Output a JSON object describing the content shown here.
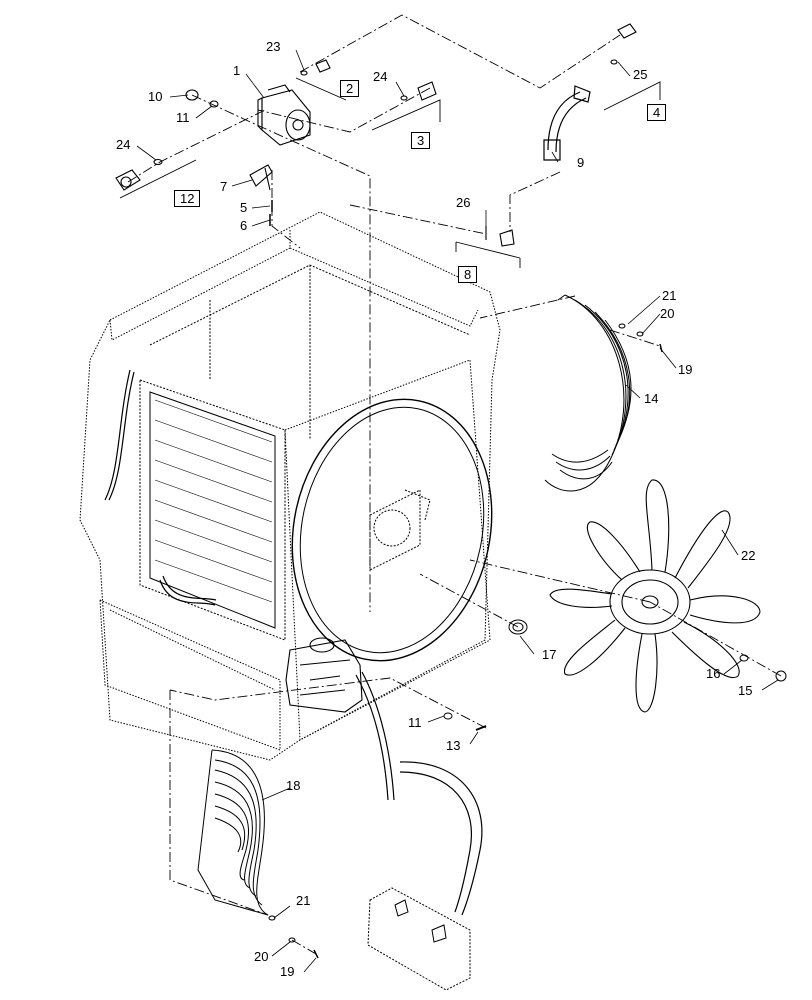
{
  "diagram": {
    "callouts": [
      {
        "id": "c1",
        "label": "1"
      },
      {
        "id": "c2",
        "label": "2",
        "boxed": true
      },
      {
        "id": "c3",
        "label": "3",
        "boxed": true
      },
      {
        "id": "c4",
        "label": "4",
        "boxed": true
      },
      {
        "id": "c5",
        "label": "5"
      },
      {
        "id": "c6",
        "label": "6"
      },
      {
        "id": "c7",
        "label": "7"
      },
      {
        "id": "c8",
        "label": "8",
        "boxed": true
      },
      {
        "id": "c9",
        "label": "9"
      },
      {
        "id": "c10",
        "label": "10"
      },
      {
        "id": "c11a",
        "label": "11"
      },
      {
        "id": "c11b",
        "label": "11"
      },
      {
        "id": "c12",
        "label": "12",
        "boxed": true
      },
      {
        "id": "c13",
        "label": "13"
      },
      {
        "id": "c14",
        "label": "14"
      },
      {
        "id": "c15",
        "label": "15"
      },
      {
        "id": "c16",
        "label": "16"
      },
      {
        "id": "c17",
        "label": "17"
      },
      {
        "id": "c18",
        "label": "18"
      },
      {
        "id": "c19a",
        "label": "19"
      },
      {
        "id": "c19b",
        "label": "19"
      },
      {
        "id": "c20a",
        "label": "20"
      },
      {
        "id": "c20b",
        "label": "20"
      },
      {
        "id": "c21a",
        "label": "21"
      },
      {
        "id": "c21b",
        "label": "21"
      },
      {
        "id": "c22",
        "label": "22"
      },
      {
        "id": "c23",
        "label": "23"
      },
      {
        "id": "c24a",
        "label": "24"
      },
      {
        "id": "c24b",
        "label": "24"
      },
      {
        "id": "c25",
        "label": "25"
      },
      {
        "id": "c26",
        "label": "26"
      }
    ]
  }
}
